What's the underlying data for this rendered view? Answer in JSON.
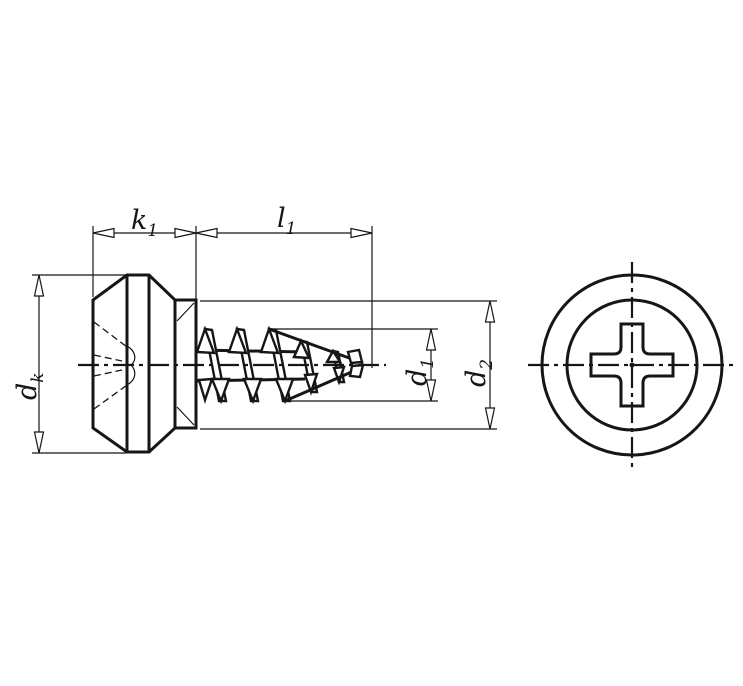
{
  "drawing": {
    "dimension_labels": {
      "k1": {
        "base": "k",
        "sub": "1"
      },
      "l1": {
        "base": "l",
        "sub": "1"
      },
      "dk": {
        "base": "d",
        "sub": "k"
      },
      "d1": {
        "base": "d",
        "sub": "1"
      },
      "d2": {
        "base": "d",
        "sub": "2"
      }
    },
    "colors": {
      "line": "#161616",
      "background": "#ffffff"
    }
  }
}
